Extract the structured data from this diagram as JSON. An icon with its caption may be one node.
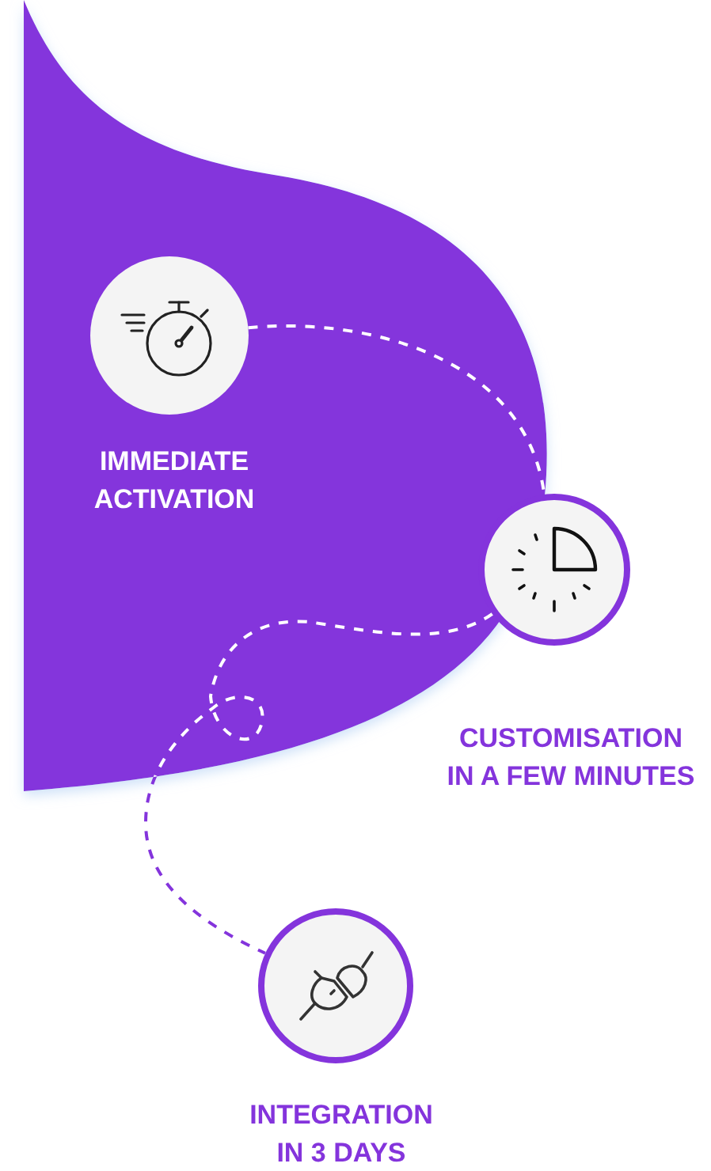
{
  "diagram": {
    "nodes": [
      {
        "text": [
          "IMMEDIATE ACTIVATION"
        ]
      },
      {
        "text": [
          "CUSTOMISATION IN A FEW MINUTES"
        ]
      },
      {
        "text": [
          "INTEGRATION IN 3 DAYS"
        ]
      }
    ],
    "edges": [
      {
        "from": 0,
        "to": 1,
        "arrow": "none",
        "style": "dashed"
      },
      {
        "from": 1,
        "to": 2,
        "arrow": "none",
        "style": "dashed"
      }
    ]
  }
}
